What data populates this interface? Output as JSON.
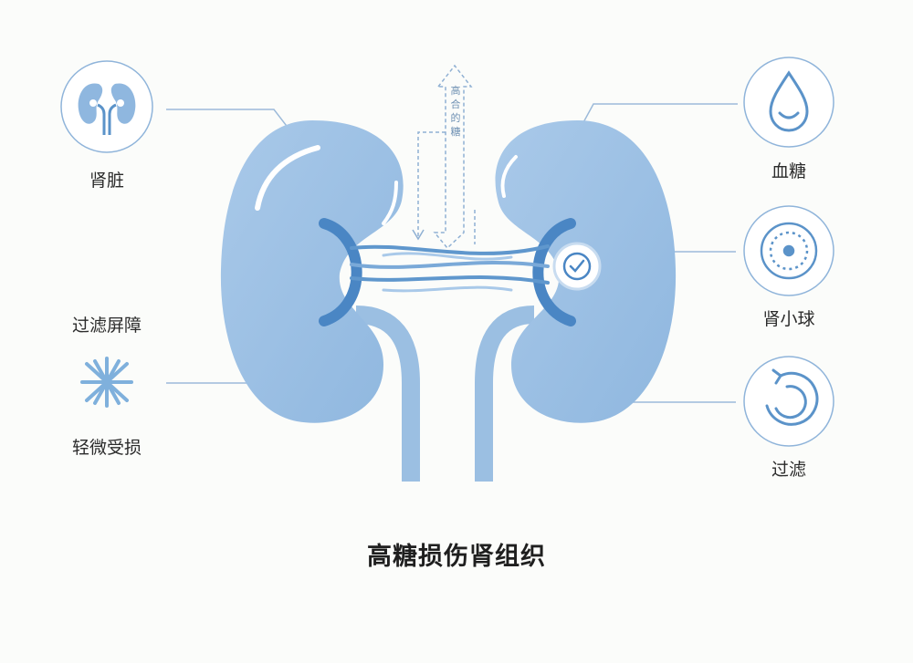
{
  "title": "高糖损伤肾组织",
  "arrow_label": "高合的糖",
  "left_labels": {
    "kidney": "肾脏",
    "barrier": "过滤屏障",
    "damage": "轻微受损"
  },
  "right_labels": {
    "blood_sugar": "血糖",
    "glomerulus": "肾小球",
    "filtration": "过滤"
  },
  "colors": {
    "kidney_fill": "#9bbfe2",
    "kidney_dark": "#4a86c4",
    "line": "#7fa6cf",
    "icon_stroke": "#5b93c9",
    "circle_stroke": "#8fb4da"
  }
}
